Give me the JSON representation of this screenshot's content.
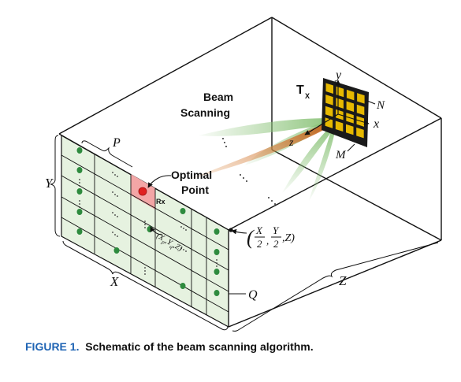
{
  "diagram": {
    "beam_label_line1": "Beam",
    "beam_label_line2": "Scanning",
    "optimal_label_line1": "Optimal",
    "optimal_label_line2": "Point",
    "tx_label": "T",
    "tx_sub": "X",
    "rx_label": "Rx",
    "axis_y": "y",
    "axis_x": "x",
    "axis_z": "z",
    "N": "N",
    "M": "M",
    "P": "P",
    "Q": "Q",
    "X": "X",
    "Y": "Y",
    "Z": "Z",
    "point_xy": "(X",
    "point_xy_p": "p",
    "point_xy_mid": ",Y",
    "point_xy_q": "q",
    "point_xy_end": ",Z)",
    "corner_open": "(",
    "corner_X": "X",
    "corner_Y": "Y",
    "corner_2a": "2",
    "corner_2b": "2",
    "corner_comma": ",",
    "corner_Z": ",Z)",
    "dots": "...",
    "colors": {
      "grid_fill": "#e6f2e0",
      "dot": "#2e8b3e",
      "highlight": "#f3a6a6",
      "rx_dot": "#e02020",
      "tx_panel": "#1a1a1a",
      "tx_cell": "#e6b800",
      "beam_green": "#8bc379",
      "beam_orange": "#d4742c"
    }
  },
  "caption": {
    "figure_label": "FIGURE 1.",
    "text": "Schematic of the beam scanning algorithm."
  }
}
